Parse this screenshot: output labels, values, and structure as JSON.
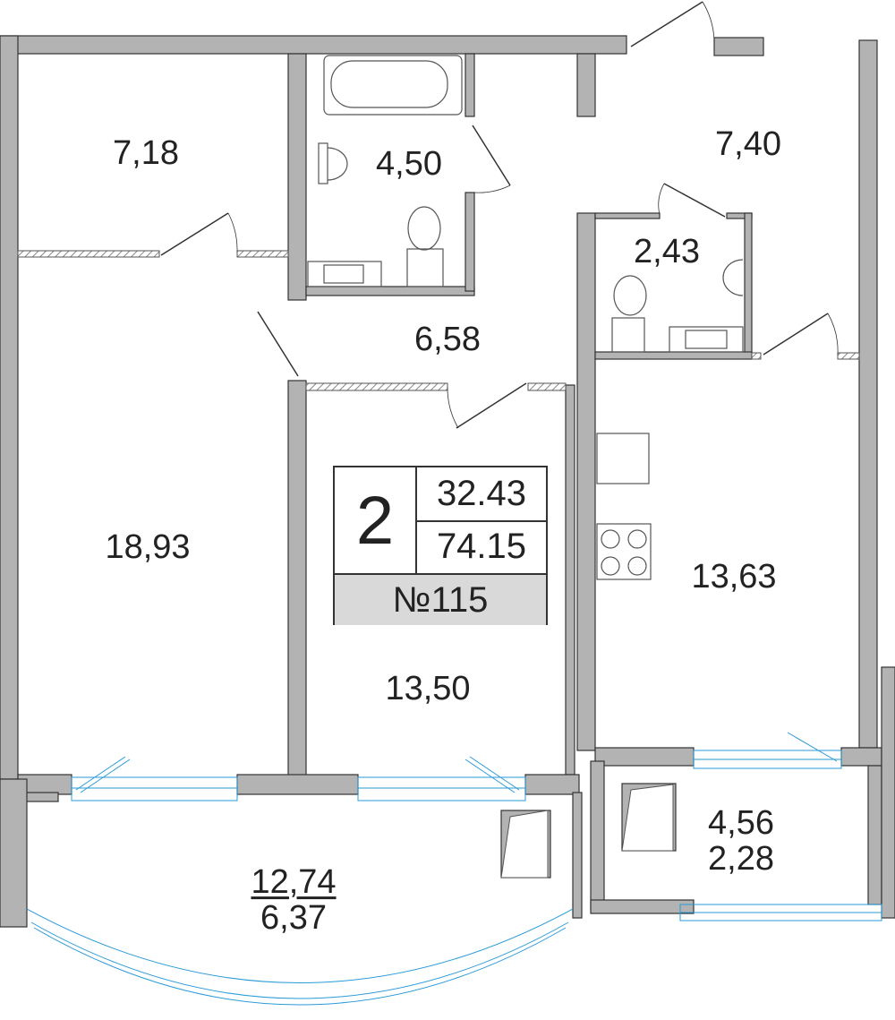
{
  "colors": {
    "wall": "#b3b3b3",
    "wall_stroke": "#333333",
    "window": "#2a9ad8",
    "text": "#222222",
    "number_fill": "#d9d9d9"
  },
  "info": {
    "rooms": "2",
    "living_area": "32.43",
    "total_area": "74.15",
    "apartment_number": "№115"
  },
  "rooms": [
    {
      "id": "bedroom-small",
      "area": "7,18"
    },
    {
      "id": "bathroom",
      "area": "4,50"
    },
    {
      "id": "hall",
      "area": "7,40"
    },
    {
      "id": "wc",
      "area": "2,43"
    },
    {
      "id": "corridor",
      "area": "6,58"
    },
    {
      "id": "bedroom-large",
      "area": "18,93"
    },
    {
      "id": "living-room",
      "area": "13,50"
    },
    {
      "id": "kitchen",
      "area": "13,63"
    },
    {
      "id": "balcony",
      "area": "4,56",
      "reduced_area": "2,28"
    },
    {
      "id": "loggia",
      "area": "12,74",
      "reduced_area": "6,37"
    }
  ]
}
